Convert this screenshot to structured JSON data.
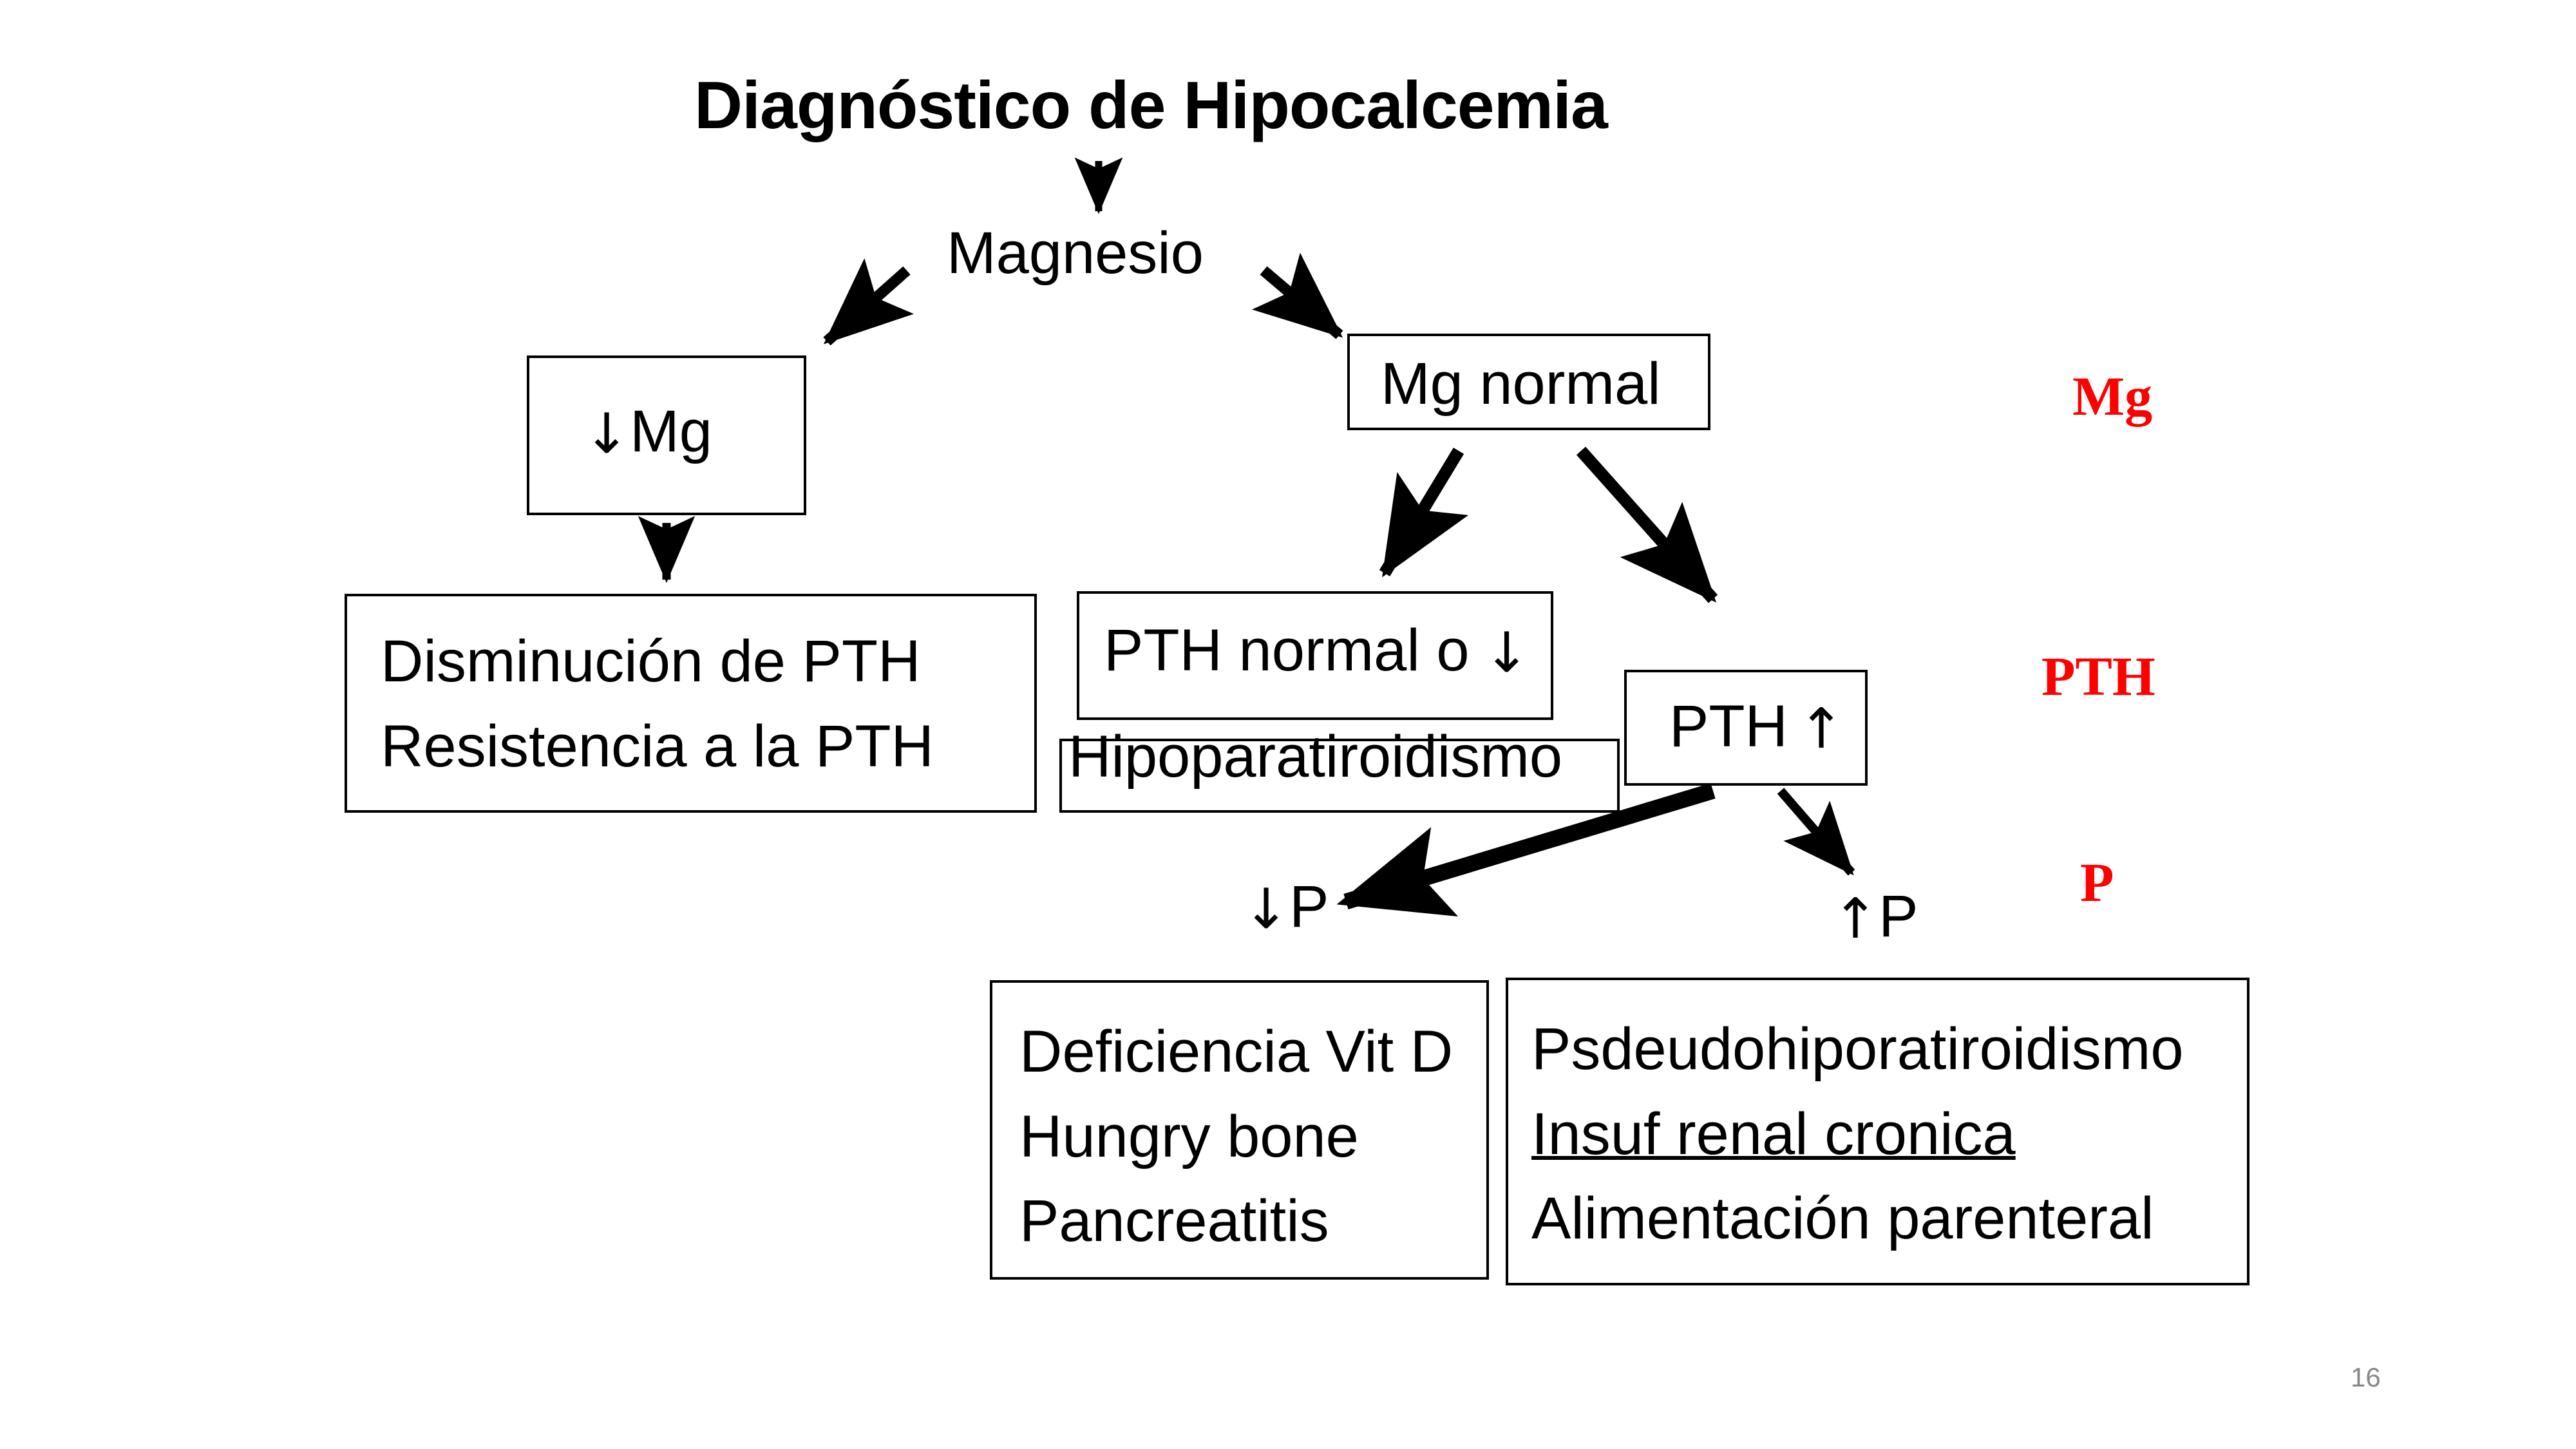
{
  "slide": {
    "title": "Diagnóstico de Hipocalcemia",
    "page_number": "16",
    "root_label": "Magnesio"
  },
  "nodes": {
    "low_mg": {
      "label": "Mg",
      "marker": "↓"
    },
    "mg_normal": {
      "label": "Mg normal"
    },
    "pth_low_box": {
      "line1": "Disminución de PTH",
      "line2": "Resistencia a la PTH"
    },
    "pth_normal_or_low": {
      "label": "PTH normal o",
      "marker": "↓"
    },
    "hypoparathyroidism": {
      "label": "Hipoparatiroidismo"
    },
    "pth_high": {
      "label": "PTH",
      "marker": "↑"
    },
    "p_low_label": {
      "label": "P",
      "marker": "↓"
    },
    "p_high_label": {
      "label": "P",
      "marker": "↑"
    },
    "low_p_causes": {
      "line1": "Deficiencia Vit D",
      "line2": "Hungry bone",
      "line3": "Pancreatitis"
    },
    "high_p_causes": {
      "line1": "Psdeudohiporatiroidismo",
      "line2": "Insuf renal cronica",
      "line3": "Alimentación parenteral"
    }
  },
  "legend": {
    "items": [
      {
        "label": "Mg"
      },
      {
        "label": "PTH"
      },
      {
        "label": "P"
      }
    ],
    "color": "#ff0000"
  },
  "colors": {
    "ink": "#000000",
    "accent_red": "#ff0000",
    "page_number": "#878787",
    "background": "#ffffff"
  }
}
